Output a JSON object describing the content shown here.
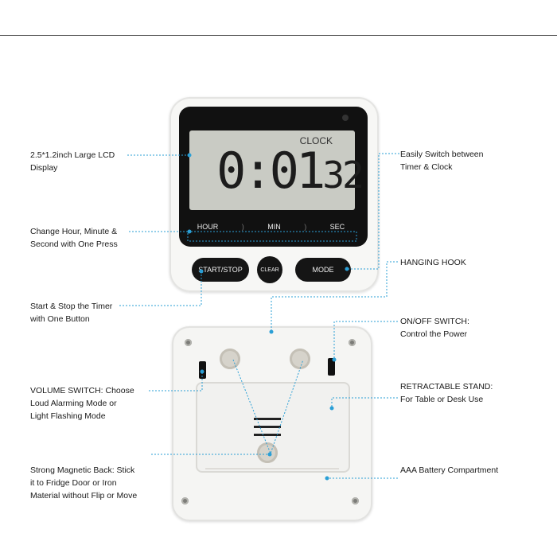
{
  "labels": {
    "lcd": [
      "2.5*1.2inch Large LCD",
      "Display"
    ],
    "press": [
      "Change Hour, Minute &",
      "Second with One Press"
    ],
    "startstop": [
      "Start & Stop the Timer",
      "with One Button"
    ],
    "volume": [
      "VOLUME SWITCH: Choose",
      "Loud Alarming Mode or",
      "Light Flashing Mode"
    ],
    "magnet": [
      "Strong Magnetic Back: Stick",
      "it to Fridge Door or Iron",
      "Material without Flip or Move"
    ],
    "switchmode": [
      "Easily Switch between",
      "Timer & Clock"
    ],
    "hook": [
      "HANGING HOOK"
    ],
    "onoff": [
      "ON/OFF SWITCH:",
      "Control the Power"
    ],
    "stand": [
      "RETRACTABLE STAND:",
      "For Table or Desk Use"
    ],
    "battery": [
      "AAA Battery Compartment"
    ]
  },
  "display": {
    "mode": "CLOCK",
    "main": "0:01",
    "seconds": "32"
  },
  "keys": {
    "hour": "HOUR",
    "min": "MIN",
    "sec": "SEC"
  },
  "buttons": {
    "start_stop": "START/STOP",
    "clear": "CLEAR",
    "mode": "MODE"
  },
  "colors": {
    "leader": "#2a9fd6",
    "lcd": "#c9cbc4",
    "body": "#f7f7f5"
  }
}
